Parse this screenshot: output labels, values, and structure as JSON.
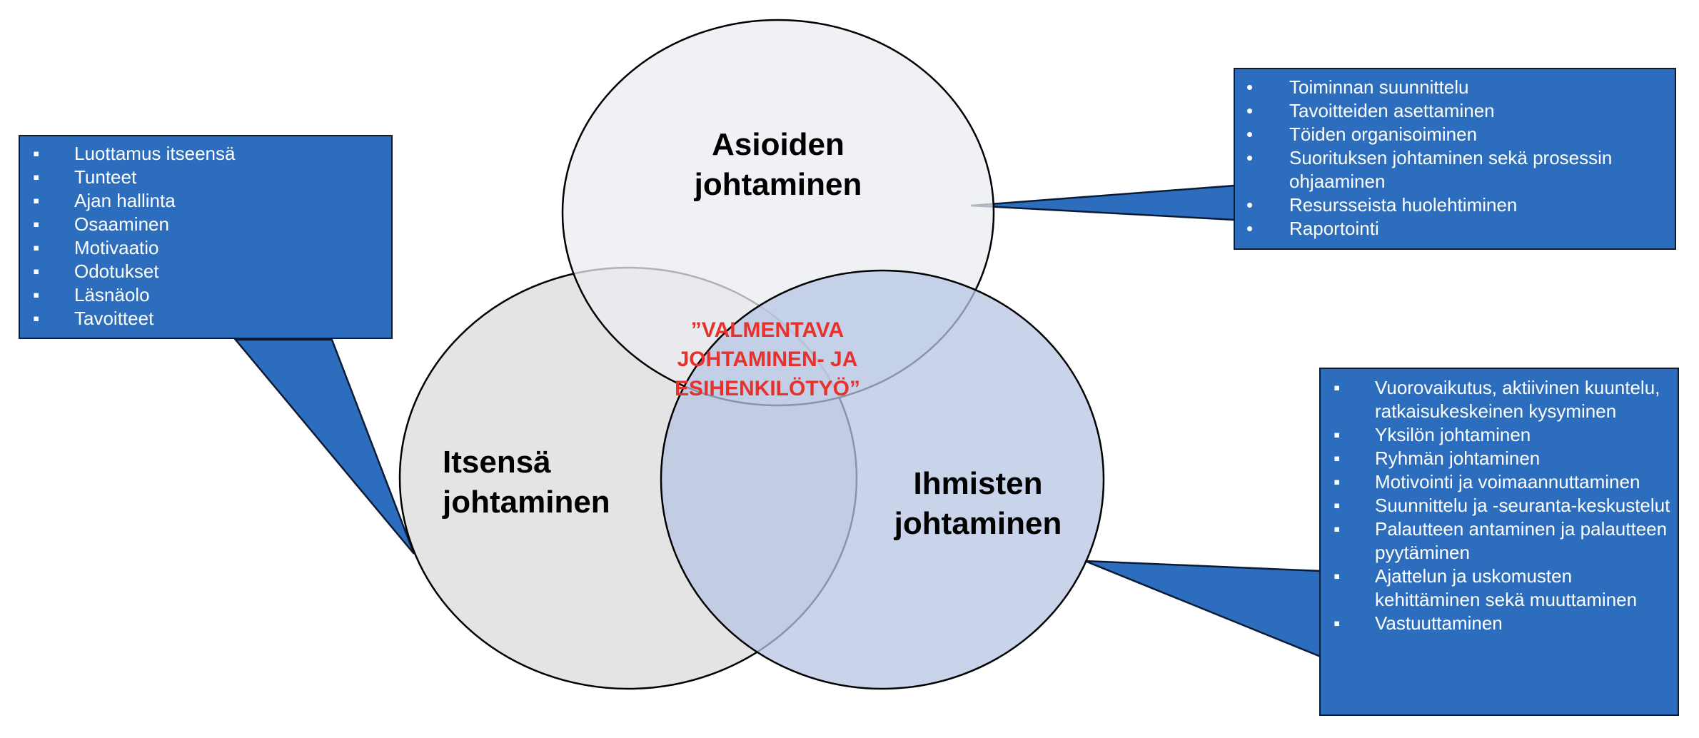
{
  "colors": {
    "callout_fill": "#2c6ebd",
    "callout_border": "#0b1b36",
    "circle_top": "#e9ecf1",
    "circle_left": "#e3e3e3",
    "circle_right": "#c8d3ea",
    "center_text": "#e8312a"
  },
  "circles": {
    "top": {
      "title_line1": "Asioiden",
      "title_line2": "johtaminen"
    },
    "left": {
      "title_line1": "Itsensä",
      "title_line2": "johtaminen"
    },
    "right": {
      "title_line1": "Ihmisten",
      "title_line2": "johtaminen"
    }
  },
  "center": {
    "line1": "”VALMENTAVA",
    "line2": "JOHTAMINEN- JA",
    "line3": "ESIHENKILÖTYÖ”"
  },
  "callouts": {
    "left": {
      "bullet": "▪",
      "items": [
        "Luottamus itseensä",
        "Tunteet",
        "Ajan hallinta",
        "Osaaminen",
        "Motivaatio",
        "Odotukset",
        "Läsnäolo",
        "Tavoitteet"
      ]
    },
    "top_right": {
      "bullet": "•",
      "items": [
        "Toiminnan suunnittelu",
        "Tavoitteiden asettaminen",
        "Töiden organisoiminen",
        "Suorituksen johtaminen sekä prosessin ohjaaminen",
        "Resursseista huolehtiminen",
        "Raportointi"
      ]
    },
    "bottom_right": {
      "bullet": "▪",
      "items": [
        "Vuorovaikutus, aktiivinen kuuntelu, ratkaisukeskeinen kysyminen",
        "Yksilön johtaminen",
        "Ryhmän johtaminen",
        "Motivointi ja voimaannuttaminen",
        "Suunnittelu ja -seuranta-keskustelut",
        "Palautteen antaminen ja palautteen pyytäminen",
        "Ajattelun ja uskomusten kehittäminen sekä muuttaminen",
        "Vastuuttaminen"
      ]
    }
  }
}
